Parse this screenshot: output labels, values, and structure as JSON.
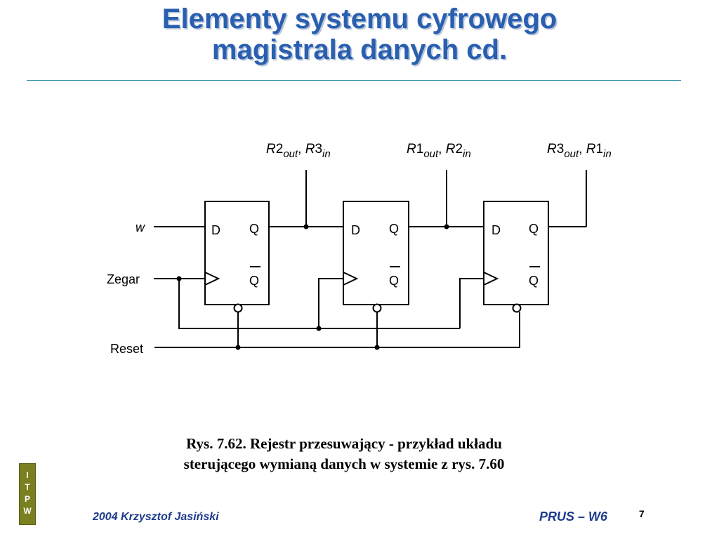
{
  "slide": {
    "title_line1": "Elementy systemu cyfrowego",
    "title_line2": "magistrala danych cd."
  },
  "diagram": {
    "control_labels": [
      {
        "r1": "R",
        "n1": "2",
        "s1": "out",
        "sep": ", ",
        "r2": "R",
        "n2": "3",
        "s2": "in"
      },
      {
        "r1": "R",
        "n1": "1",
        "s1": "out",
        "sep": ", ",
        "r2": "R",
        "n2": "2",
        "s2": "in"
      },
      {
        "r1": "R",
        "n1": "3",
        "s1": "out",
        "sep": ", ",
        "r2": "R",
        "n2": "1",
        "s2": "in"
      }
    ],
    "flipflops": [
      {
        "d": "D",
        "q": "Q",
        "qbar": "Q"
      },
      {
        "d": "D",
        "q": "Q",
        "qbar": "Q"
      },
      {
        "d": "D",
        "q": "Q",
        "qbar": "Q"
      }
    ],
    "inputs": {
      "w": "w",
      "clock": "Zegar",
      "reset": "Reset"
    }
  },
  "caption": {
    "line1": "Rys. 7.62.  Rejestr przesuwający - przykład układu",
    "line2": "sterującego wymianą danych w systemie z rys. 7.60"
  },
  "logo": {
    "letters": [
      "I",
      "T",
      "P",
      "W"
    ],
    "color": "#7a8020"
  },
  "footer": {
    "author": "2004 Krzysztof Jasiński",
    "course": "PRUS – W6",
    "page": "7"
  },
  "colors": {
    "title": "#2a5fb0",
    "rule": "#2c8ea8",
    "footer_text": "#1e3c8c"
  }
}
